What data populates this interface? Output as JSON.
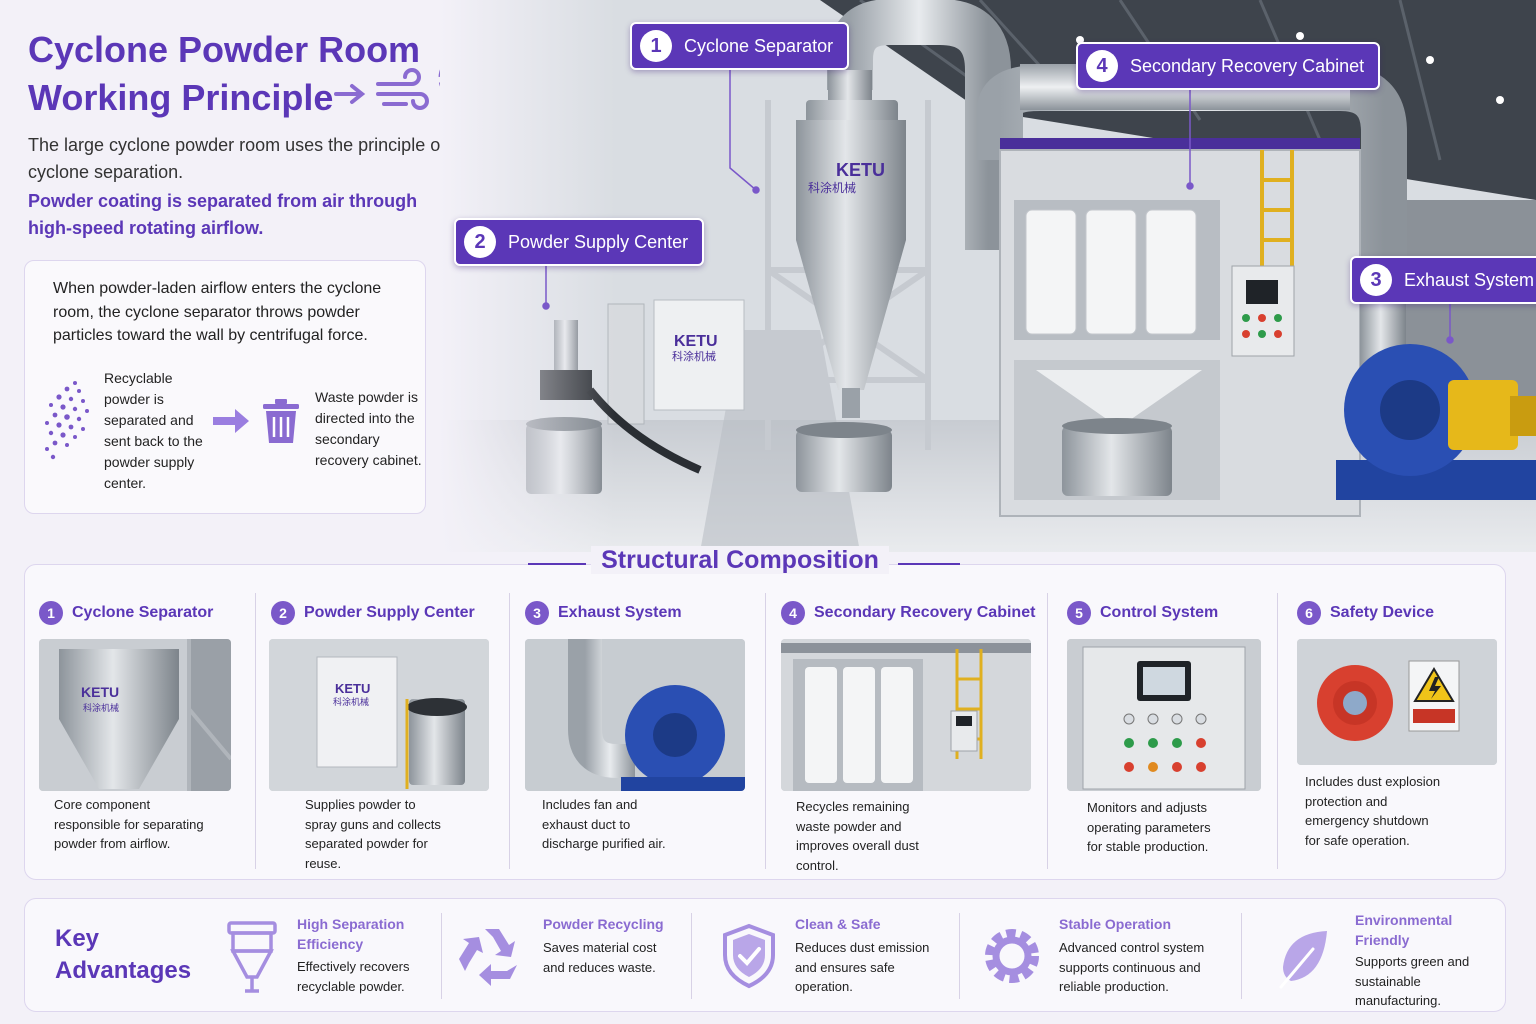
{
  "hero": {
    "title_line1": "Cyclone Powder Room",
    "title_line2": "Working Principle",
    "intro": "The large cyclone powder room uses the principle of cyclone separation.",
    "intro_strong": "Powder coating is separated from air through high-speed rotating airflow.",
    "explain": "When powder-laden airflow enters the cyclone room, the cyclone separator throws powder particles toward the wall by centrifugal force.",
    "recyclable": "Recyclable powder is separated and sent back to the powder supply center.",
    "waste": "Waste powder is directed into the secondary recovery cabinet.",
    "brand": "KETU",
    "brand_cn": "科涂机械"
  },
  "callouts": [
    {
      "num": "1",
      "label": "Cyclone Separator"
    },
    {
      "num": "2",
      "label": "Powder Supply Center"
    },
    {
      "num": "3",
      "label": "Exhaust System"
    },
    {
      "num": "4",
      "label": "Secondary Recovery Cabinet"
    }
  ],
  "structure": {
    "title": "Structural Composition",
    "items": [
      {
        "num": "1",
        "name": "Cyclone Separator",
        "desc": "Core component responsible for separating powder from airflow."
      },
      {
        "num": "2",
        "name": "Powder Supply Center",
        "desc": "Supplies powder to spray guns and collects separated powder for reuse."
      },
      {
        "num": "3",
        "name": "Exhaust System",
        "desc": "Includes fan and exhaust duct to discharge purified air."
      },
      {
        "num": "4",
        "name": "Secondary Recovery Cabinet",
        "desc": "Recycles remaining waste powder and improves overall dust control."
      },
      {
        "num": "5",
        "name": "Control System",
        "desc": "Monitors and adjusts operating parameters for stable production."
      },
      {
        "num": "6",
        "name": "Safety Device",
        "desc": "Includes dust explosion protection and emergency shutdown for safe operation."
      }
    ]
  },
  "advantages": {
    "title_line1": "Key",
    "title_line2": "Advantages",
    "items": [
      {
        "name": "High Separation Efficiency",
        "desc": "Effectively recovers recyclable powder.",
        "icon": "cyclone-icon"
      },
      {
        "name": "Powder Recycling",
        "desc": "Saves material cost and reduces waste.",
        "icon": "recycle-icon"
      },
      {
        "name": "Clean & Safe",
        "desc": "Reduces dust emission and ensures safe operation.",
        "icon": "shield-check-icon"
      },
      {
        "name": "Stable Operation",
        "desc": "Advanced control system supports continuous and reliable production.",
        "icon": "gear-icon"
      },
      {
        "name": "Environmental Friendly",
        "desc": "Supports green and sustainable manufacturing.",
        "icon": "leaf-icon"
      }
    ]
  },
  "colors": {
    "accent": "#5b37b7",
    "accent_light": "#8a6bd1",
    "background": "#f3f1f8"
  }
}
